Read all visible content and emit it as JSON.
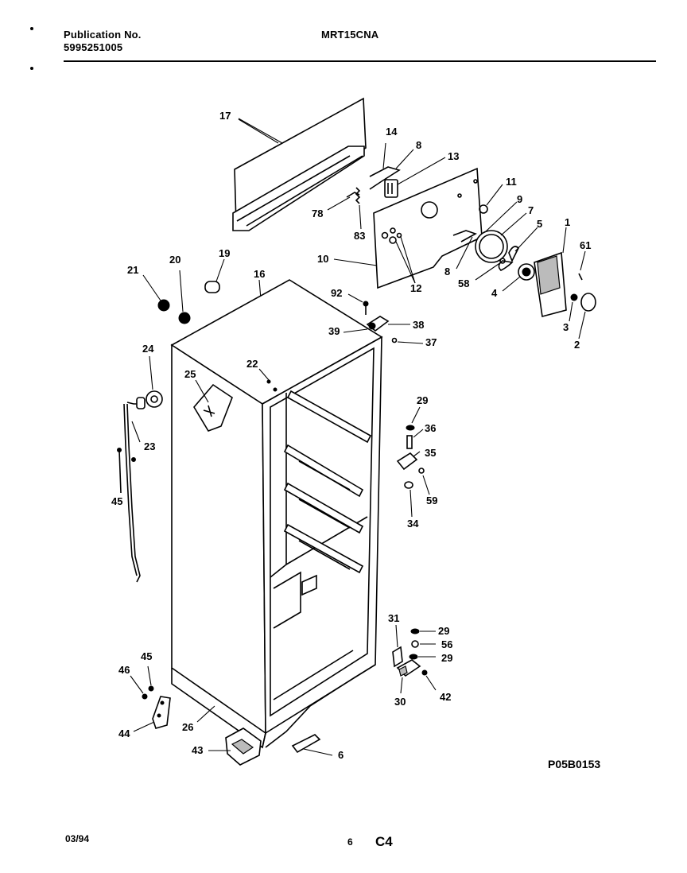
{
  "header": {
    "publication_label": "Publication No.",
    "publication_number": "5995251005",
    "model": "MRT15CNA"
  },
  "footer": {
    "date": "03/94",
    "page": "6",
    "section": "C4",
    "figure_code": "P05B0153"
  },
  "callouts": [
    {
      "id": "c17",
      "text": "17"
    },
    {
      "id": "c14",
      "text": "14"
    },
    {
      "id": "c8a",
      "text": "8"
    },
    {
      "id": "c13",
      "text": "13"
    },
    {
      "id": "c78",
      "text": "78"
    },
    {
      "id": "c83",
      "text": "83"
    },
    {
      "id": "c11",
      "text": "11"
    },
    {
      "id": "c9",
      "text": "9"
    },
    {
      "id": "c7",
      "text": "7"
    },
    {
      "id": "c5",
      "text": "5"
    },
    {
      "id": "c1",
      "text": "1"
    },
    {
      "id": "c61",
      "text": "61"
    },
    {
      "id": "c10",
      "text": "10"
    },
    {
      "id": "c12",
      "text": "12"
    },
    {
      "id": "c8b",
      "text": "8"
    },
    {
      "id": "c58",
      "text": "58"
    },
    {
      "id": "c4",
      "text": "4"
    },
    {
      "id": "c3",
      "text": "3"
    },
    {
      "id": "c2",
      "text": "2"
    },
    {
      "id": "c21",
      "text": "21"
    },
    {
      "id": "c20",
      "text": "20"
    },
    {
      "id": "c19",
      "text": "19"
    },
    {
      "id": "c16",
      "text": "16"
    },
    {
      "id": "c92",
      "text": "92"
    },
    {
      "id": "c38",
      "text": "38"
    },
    {
      "id": "c39",
      "text": "39"
    },
    {
      "id": "c37",
      "text": "37"
    },
    {
      "id": "c24",
      "text": "24"
    },
    {
      "id": "c22",
      "text": "22"
    },
    {
      "id": "c25",
      "text": "25"
    },
    {
      "id": "c29a",
      "text": "29"
    },
    {
      "id": "c36",
      "text": "36"
    },
    {
      "id": "c35",
      "text": "35"
    },
    {
      "id": "c23",
      "text": "23"
    },
    {
      "id": "c59",
      "text": "59"
    },
    {
      "id": "c45a",
      "text": "45"
    },
    {
      "id": "c34",
      "text": "34"
    },
    {
      "id": "c31",
      "text": "31"
    },
    {
      "id": "c29b",
      "text": "29"
    },
    {
      "id": "c56",
      "text": "56"
    },
    {
      "id": "c29c",
      "text": "29"
    },
    {
      "id": "c45b",
      "text": "45"
    },
    {
      "id": "c46",
      "text": "46"
    },
    {
      "id": "c42",
      "text": "42"
    },
    {
      "id": "c30",
      "text": "30"
    },
    {
      "id": "c26",
      "text": "26"
    },
    {
      "id": "c44",
      "text": "44"
    },
    {
      "id": "c43",
      "text": "43"
    },
    {
      "id": "c6",
      "text": "6"
    }
  ]
}
